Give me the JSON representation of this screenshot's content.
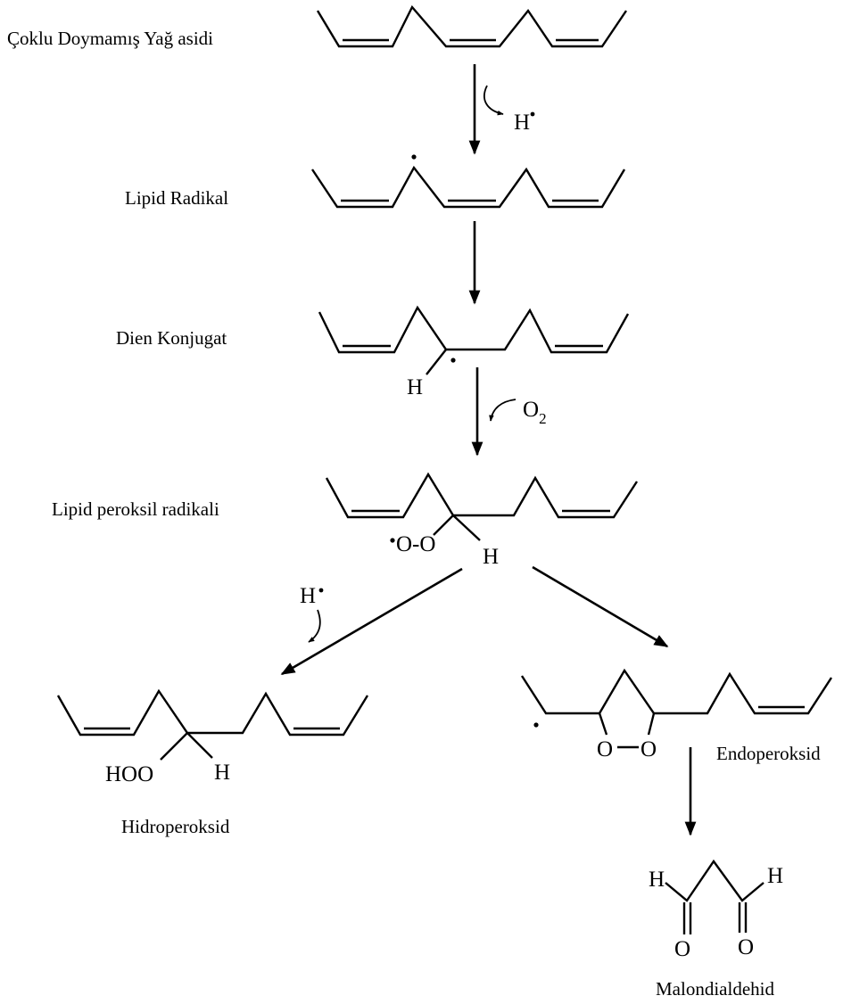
{
  "labels": {
    "pufa": "Çoklu Doymamış Yağ asidi",
    "lipid_radical": "Lipid Radikal",
    "diene_conjugate": "Dien Konjugat",
    "lipid_peroxyl_radical": "Lipid peroksil radikali",
    "hydroperoxide": "Hidroperoksid",
    "endoperoxide": "Endoperoksid",
    "malondialdehyde": "Malondialdehid"
  },
  "reagents": {
    "h_atom": "H",
    "oxygen": "O",
    "oxygen_subscript": "2"
  },
  "atoms": {
    "hydrogen": "H",
    "oxygen": "O",
    "peroxyl_group": "O-O",
    "hydroperoxy_group": "HOO"
  }
}
